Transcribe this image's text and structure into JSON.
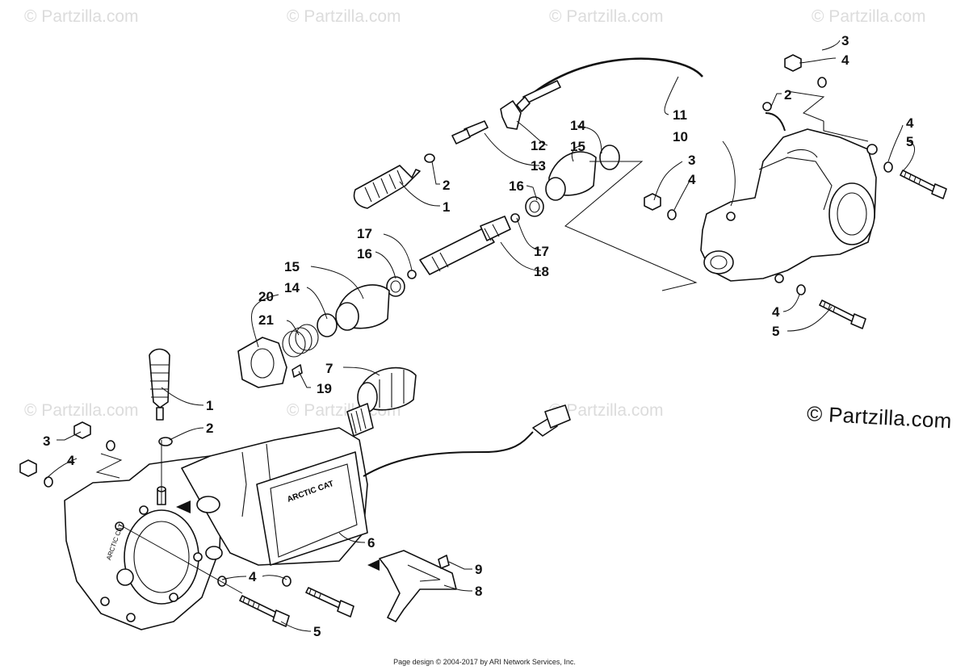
{
  "watermark": {
    "text": "© Partzilla.com"
  },
  "brand_label": "© Partzilla.com",
  "footer_text": "Page design © 2004-2017 by ARI Network Services, Inc.",
  "callouts": {
    "c1": "1",
    "c2": "2",
    "c3": "3",
    "c4": "4",
    "c5": "5",
    "c6": "6",
    "c7": "7",
    "c8": "8",
    "c9": "9",
    "c10": "10",
    "c11": "11",
    "c12": "12",
    "c13": "13",
    "c14": "14",
    "c15": "15",
    "c16": "16",
    "c17": "17",
    "c18": "18",
    "c19": "19",
    "c20": "20",
    "c21": "21"
  },
  "housing_stamp": "ARCTIC CAT"
}
